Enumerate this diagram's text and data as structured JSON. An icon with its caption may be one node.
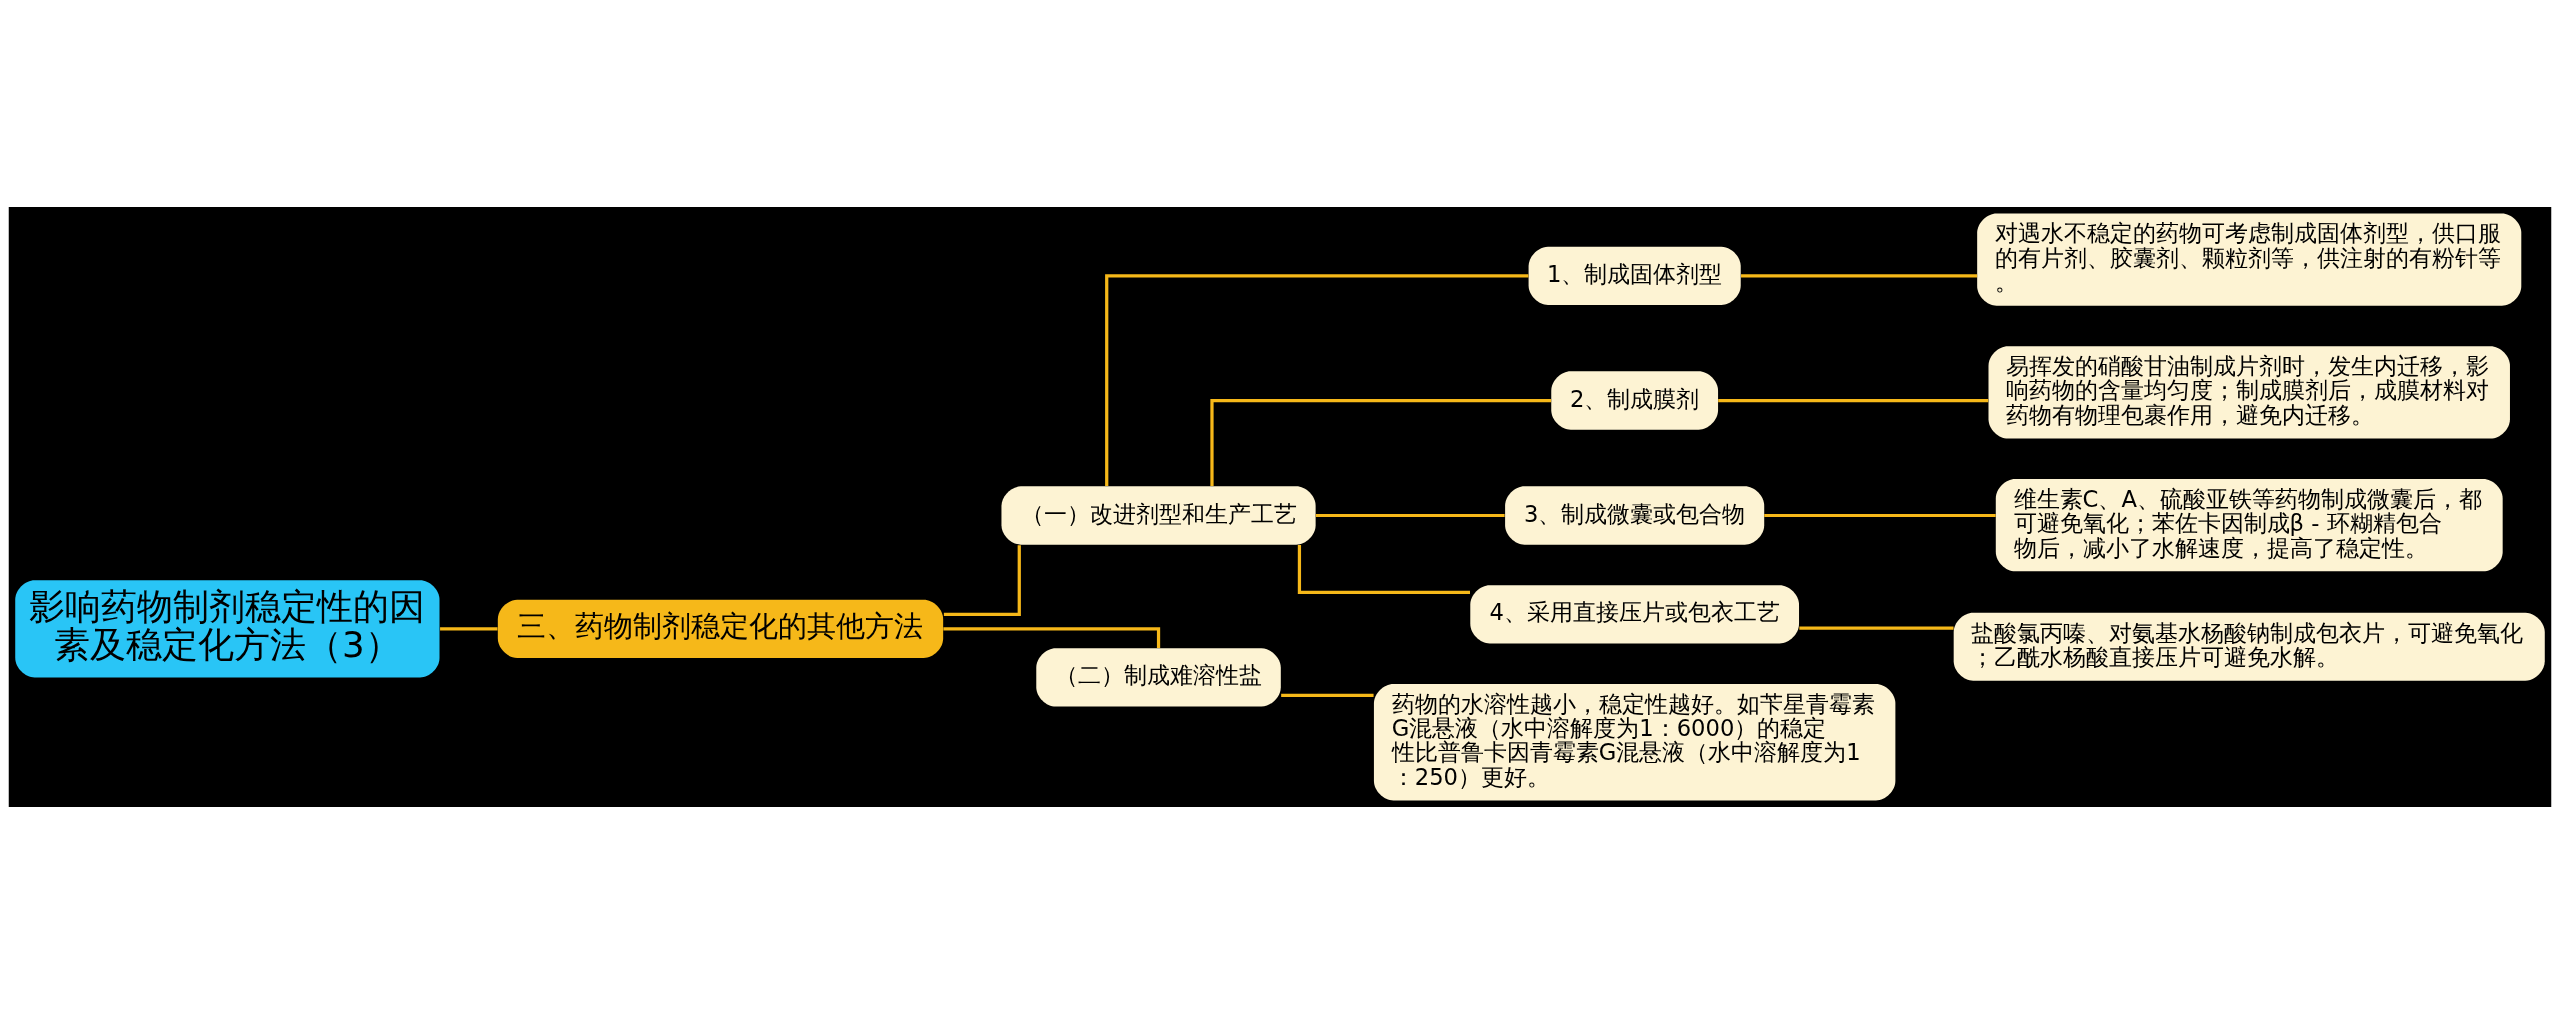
{
  "diagram": {
    "nodes": [
      {
        "text": [
          "影响药物制剂稳定性的因素及稳定化方法（3）"
        ]
      },
      {
        "text": [
          "三、药物制剂稳定化的其他方法"
        ]
      },
      {
        "text": [
          "（一）改进剂型和生产工艺"
        ]
      },
      {
        "text": [
          "1、制成固体剂型"
        ]
      },
      {
        "text": [
          "对遇水不稳定的药物可考虑制成固体剂型，供口服的有片剂、胶囊剂、颗粒剂等，供注射的有粉针等。"
        ]
      },
      {
        "text": [
          "2、制成膜剂"
        ]
      },
      {
        "text": [
          "易挥发的硝酸甘油制成片剂时，发生内迁移，影响药物的含量均匀度；制成膜剂后，成膜材料对药物有物理包裹作用，避免内迁移。"
        ]
      },
      {
        "text": [
          "3、制成微囊或包合物"
        ]
      },
      {
        "text": [
          "维生素C、A、硫酸亚铁等药物制成微囊后，都可避免氧化；苯佐卡因制成β - 环糊精包合物后，减小了水解速度，提高了稳定性。"
        ]
      },
      {
        "text": [
          "4、采用直接压片或包衣工艺"
        ]
      },
      {
        "text": [
          "盐酸氯丙嗪、对氨基水杨酸钠制成包衣片，可避免氧化；乙酰水杨酸直接压片可避免水解。"
        ]
      },
      {
        "text": [
          "（二）制成难溶性盐"
        ]
      },
      {
        "text": [
          "药物的水溶性越小，稳定性越好。如苄星青霉素G混悬液（水中溶解度为1：6000）的稳定性比普鲁卡因青霉素G混悬液（水中溶解度为1：250）更好。"
        ]
      }
    ],
    "edges": [
      {
        "from": 0,
        "to": 1,
        "arrow": "none"
      },
      {
        "from": 1,
        "to": 2,
        "arrow": "none"
      },
      {
        "from": 2,
        "to": 3,
        "arrow": "none"
      },
      {
        "from": 3,
        "to": 4,
        "arrow": "none"
      },
      {
        "from": 2,
        "to": 5,
        "arrow": "none"
      },
      {
        "from": 5,
        "to": 6,
        "arrow": "none"
      },
      {
        "from": 2,
        "to": 7,
        "arrow": "none"
      },
      {
        "from": 7,
        "to": 8,
        "arrow": "none"
      },
      {
        "from": 2,
        "to": 9,
        "arrow": "none"
      },
      {
        "from": 9,
        "to": 10,
        "arrow": "none"
      },
      {
        "from": 1,
        "to": 11,
        "arrow": "none"
      },
      {
        "from": 11,
        "to": 12,
        "arrow": "none"
      }
    ]
  }
}
